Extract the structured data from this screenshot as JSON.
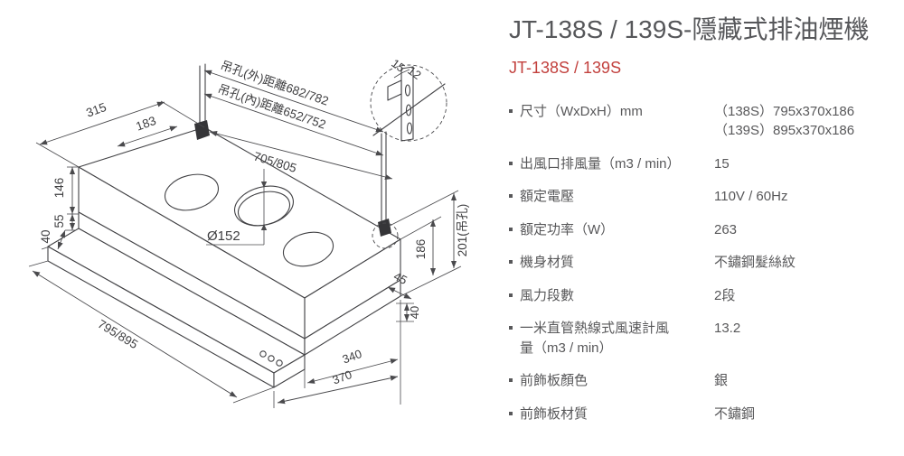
{
  "page": {
    "title": "JT-138S / 139S-隱藏式排油煙機",
    "subtitle": "JT-138S / 139S"
  },
  "specs": [
    {
      "label": "尺寸（WxDxH）mm",
      "value": "（138S）795x370x186\n（139S）895x370x186"
    },
    {
      "label": "出風口排風量（m3 / min）",
      "value": "15"
    },
    {
      "label": "額定電壓",
      "value": "110V / 60Hz"
    },
    {
      "label": "額定功率（W）",
      "value": "263"
    },
    {
      "label": "機身材質",
      "value": "不鏽鋼髮絲紋"
    },
    {
      "label": "風力段數",
      "value": "2段"
    },
    {
      "label": "一米直管熱線式風速計風量（m3 / min）",
      "value": "13.2"
    },
    {
      "label": "前飾板顏色",
      "value": "銀"
    },
    {
      "label": "前飾板材質",
      "value": "不鏽鋼"
    }
  ],
  "diagram": {
    "hang_outer": "吊孔(外)距離682/782",
    "hang_inner": "吊孔(內)距離652/752",
    "top_width": "705/805",
    "depth_315": "315",
    "depth_183": "183",
    "h_146": "146",
    "h_55": "55",
    "h_40_left": "40",
    "outlet_dia": "Ø152",
    "detail_15": "15",
    "detail_12": "12",
    "h_186": "186",
    "h_201": "201(吊孔)",
    "gap_45": "45",
    "h_40_right": "40",
    "front_width": "795/895",
    "d_340": "340",
    "d_370": "370"
  },
  "colors": {
    "accent_red": "#c2403d",
    "text_gray": "#58585a",
    "line_gray": "#424245"
  }
}
